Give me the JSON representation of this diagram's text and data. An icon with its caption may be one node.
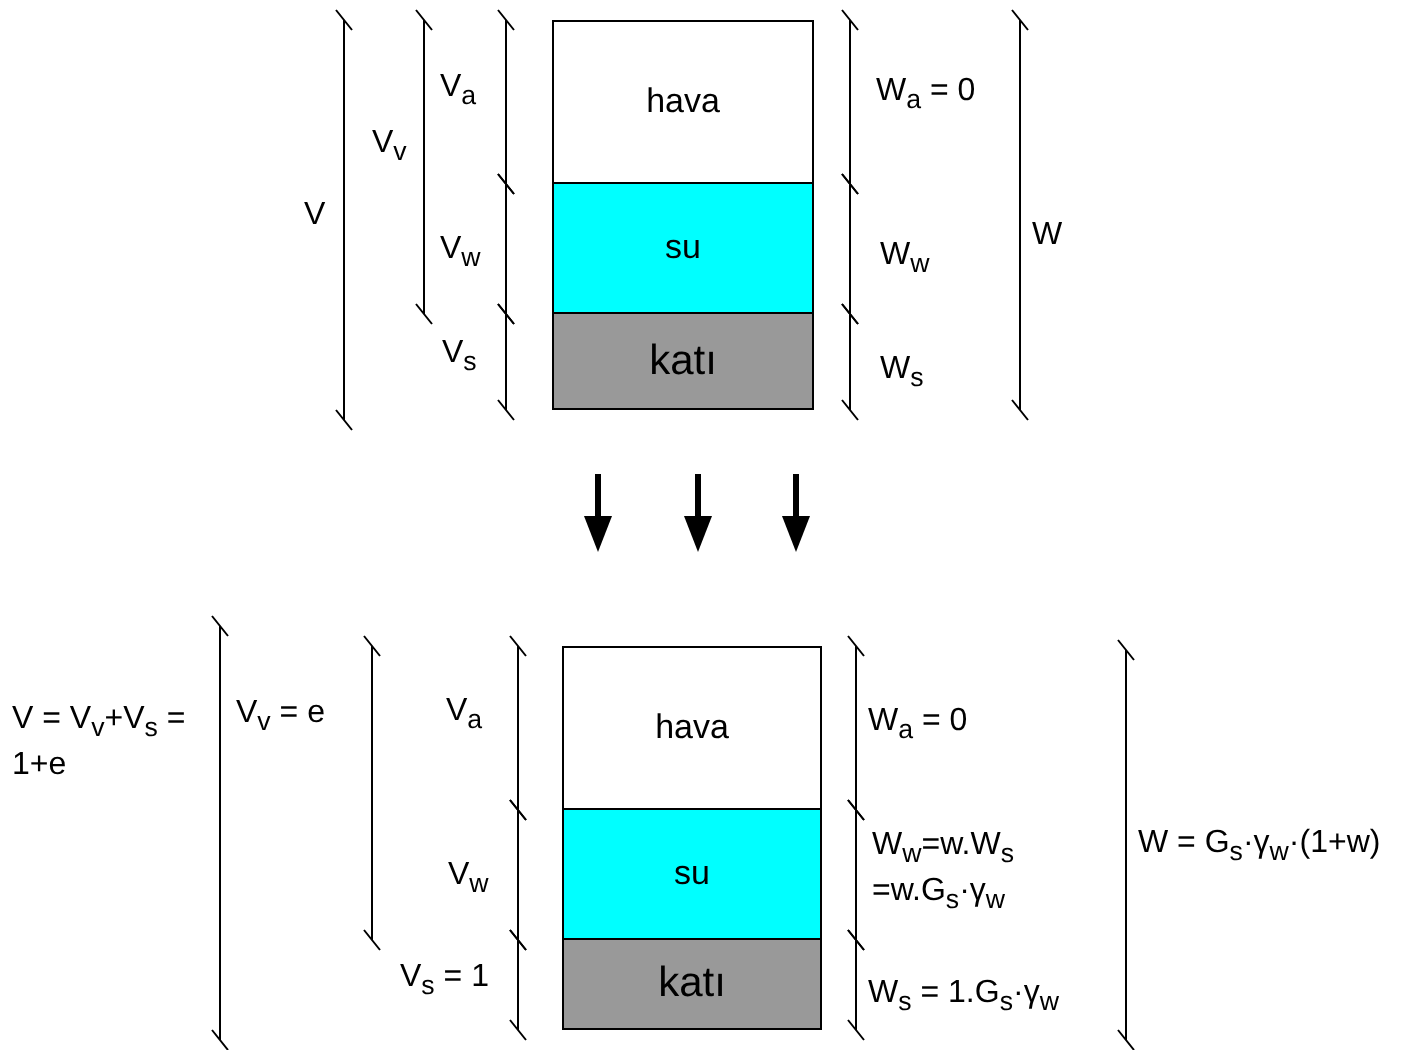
{
  "diagram": {
    "nodes": [
      {
        "text": [
          "hava"
        ]
      },
      {
        "text": [
          "su"
        ]
      },
      {
        "text": [
          "katı"
        ]
      },
      {
        "text": [
          "hava"
        ]
      },
      {
        "text": [
          "su"
        ]
      },
      {
        "text": [
          "katı"
        ]
      }
    ],
    "labels": [
      "V$_{a}$",
      "V",
      "V$_{v}$",
      "W$_{a}$ = 0",
      "V$_{w}$",
      "W$_{w}$",
      "W",
      "V$_{s}$",
      "W$_{s}$",
      "V$_{a}$",
      "W$_{a}$ = 0",
      "V = V$_{v}$+V$_{s}$ = 1+e",
      "V$_{v}$ = e",
      "V$_{w}$",
      "W$_{w}$=w.W$_{s}$ =w.G$_{s}$·γ$_{w}$",
      "W = G$_{s}$·γ$_{w}$·(1+w)",
      "V$_{s}$ = 1",
      "W$_{s}$ = 1.G$_{s}$·γ$_{w}$"
    ]
  }
}
